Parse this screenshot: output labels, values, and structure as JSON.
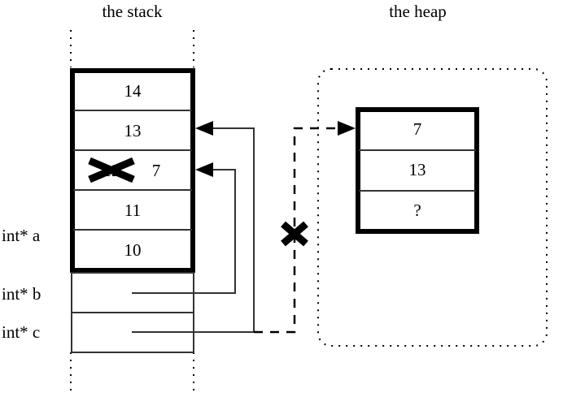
{
  "diagram": {
    "titles": {
      "stack": "the stack",
      "heap": "the heap"
    },
    "stack": {
      "frame_cells": [
        {
          "value": "14"
        },
        {
          "value": "13"
        },
        {
          "value": "12",
          "struck": true,
          "replacement": "7"
        },
        {
          "value": "11"
        },
        {
          "value": "10"
        }
      ],
      "pointer_rows": [
        {
          "label": "int* a"
        },
        {
          "label": "int* b"
        },
        {
          "label": "int* c"
        }
      ],
      "struck_old_value": "12",
      "new_value": "7"
    },
    "heap": {
      "cells": [
        {
          "value": "7"
        },
        {
          "value": "13"
        },
        {
          "value": "?"
        }
      ]
    },
    "marks": {
      "cross_over_stack_value": "X",
      "cross_over_heap_pointer": "X"
    },
    "colors": {
      "ink": "#000000",
      "background": "#ffffff",
      "thin_line": "#1a1a1a"
    }
  }
}
